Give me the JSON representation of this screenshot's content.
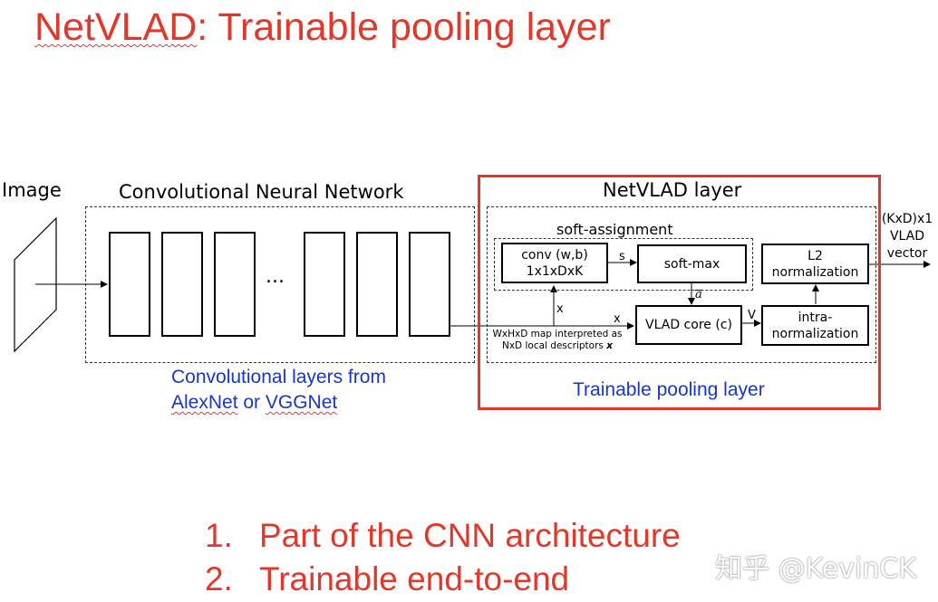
{
  "title": {
    "prefix": "NetVLAD",
    "rest": ": Trainable pooling layer"
  },
  "labels": {
    "image": "Image",
    "cnn": "Convolutional Neural Network",
    "netvlad_layer": "NetVLAD layer",
    "soft_assignment": "soft-assignment",
    "output_vector": [
      "(KxD)x1",
      "VLAD",
      "vector"
    ],
    "ellipsis": "...",
    "edge_s": "s",
    "edge_x_up": "x",
    "edge_x": "x",
    "edge_v": "V",
    "edge_a": "a",
    "map_note_line1": "WxHxD map interpreted as",
    "map_note_line2_prefix": "NxD local descriptors ",
    "map_note_line2_var": "x"
  },
  "nodes": {
    "conv": [
      "conv (w,b)",
      "1x1xDxK"
    ],
    "softmax": [
      "soft-max"
    ],
    "l2": [
      "L2",
      "normalization"
    ],
    "vlad_core": [
      "VLAD core (c)"
    ],
    "intra": [
      "intra-",
      "normalization"
    ]
  },
  "captions": {
    "conv_layers_line1": "Convolutional layers from",
    "conv_layers_line2_a": "AlexNet",
    "conv_layers_line2_b": " or ",
    "conv_layers_line2_c": "VGGNet",
    "trainable": "Trainable pooling layer"
  },
  "list": [
    {
      "num": "1.",
      "text": "Part of the CNN architecture"
    },
    {
      "num": "2.",
      "text": "Trainable end-to-end"
    }
  ],
  "watermark": "知乎 @KevinCK",
  "colors": {
    "accent_red": "#e0392b",
    "caption_blue": "#1a36c4"
  }
}
